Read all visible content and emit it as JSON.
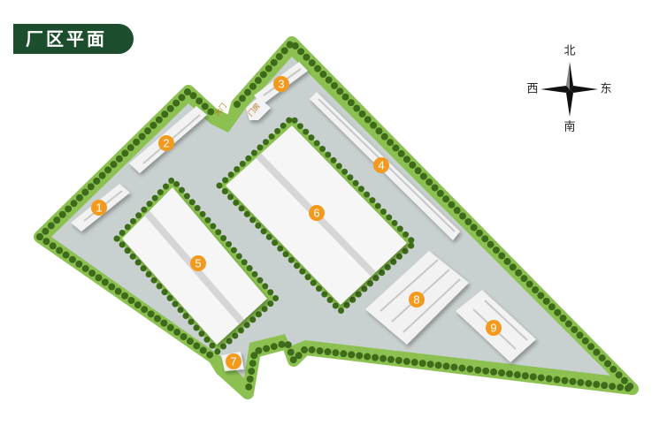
{
  "title": "厂区平面",
  "compass": {
    "north": "北",
    "south": "南",
    "east": "东",
    "west": "西"
  },
  "labels": {
    "gate": "大门",
    "gatehouse": "门房"
  },
  "buildings": [
    "1",
    "2",
    "3",
    "4",
    "5",
    "6",
    "7",
    "8",
    "9"
  ],
  "colors": {
    "title_bg": "#1c4d2c",
    "marker": "#f39a1e",
    "ground": "#c9d0d0",
    "lawn": "#8cc152",
    "tree": "#3d6b1a"
  }
}
